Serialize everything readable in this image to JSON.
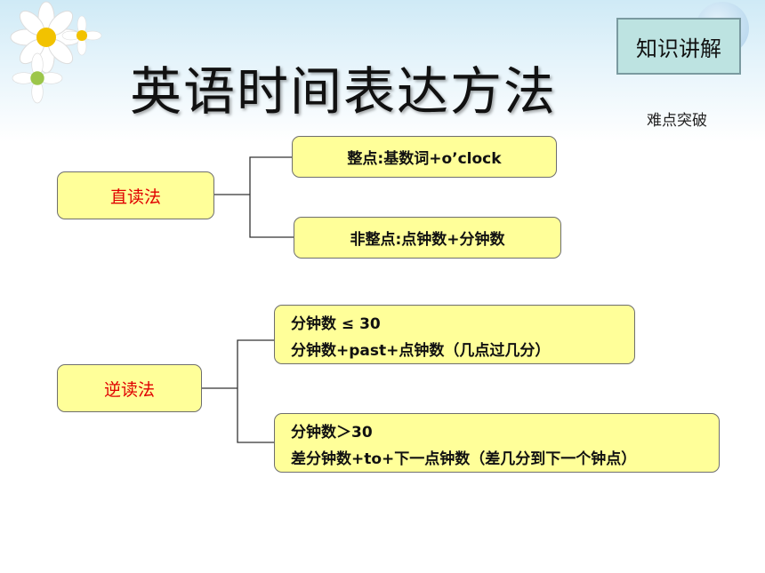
{
  "title": "英语时间表达方法",
  "badge": "知识讲解",
  "subtitle": "难点突破",
  "direct": {
    "label": "直读法",
    "branches": [
      "整点:基数词+o’clock",
      "非整点:点钟数+分钟数"
    ]
  },
  "reverse": {
    "label": "逆读法",
    "branches": [
      {
        "line1": "分钟数 ≤ 30",
        "line2": "分钟数+past+点钟数（几点过几分）"
      },
      {
        "line1": "分钟数＞30",
        "line2": "差分钟数+to+下一点钟数（差几分到下一个钟点）"
      }
    ]
  },
  "colors": {
    "box_fill": "#ffff99",
    "root_text": "#e00000",
    "badge_fill": "#bde3e1"
  }
}
